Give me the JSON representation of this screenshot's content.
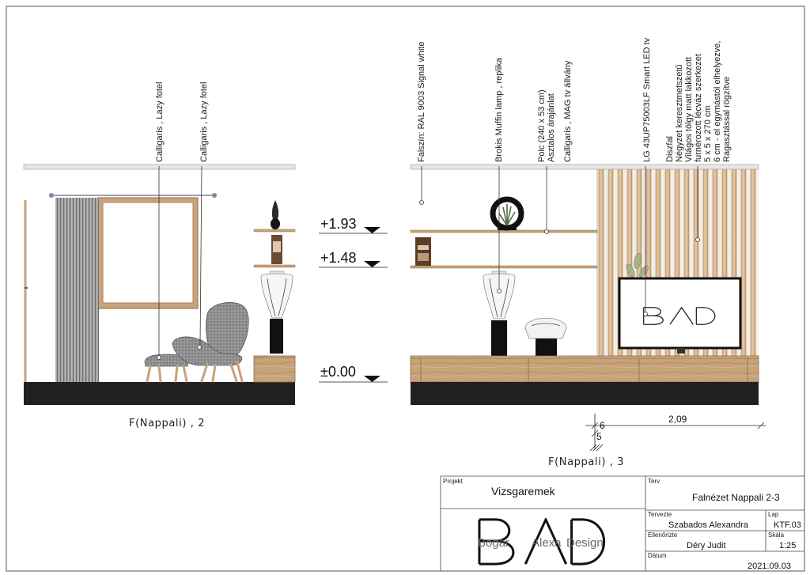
{
  "left_view": {
    "caption": "F(Nappali) , 2",
    "labels": {
      "footstool": "Calligaris , Lazy fotel",
      "armchair": "Calligaris , Lazy fotel"
    }
  },
  "levels": {
    "upper_shelf": "+1.93",
    "lower_shelf": "+1.48",
    "floor": "±0.00"
  },
  "right_view": {
    "caption": "F(Nappali) , 3",
    "labels": {
      "wall_color": "Falszín: RAL 9003 Signal white",
      "lamp": "Brokis Muffin lamp , replika",
      "shelf": [
        "Polc (240 x 53 cm)",
        "Asztalos árajánlat"
      ],
      "tv_stand": "Calligaris , MAG tv állvány",
      "tv": "LG 43UP75003LF Smart LED tv",
      "slat_wall": [
        "Diszfal",
        "Négyzet keresztmetszetű",
        "Világos tölgy matt lakkozott",
        "furnérozott lécváz szerkezet",
        "5 x 5 x 270 cm",
        "6 cm - el egymástól elhelyezve,",
        "Ragasztással rögzítve"
      ]
    },
    "tv_screen_logo": "BAD",
    "dimensions": {
      "upper": "6",
      "lower": "5",
      "slat_wall_width": "2,09"
    }
  },
  "title_block": {
    "project_label": "Projekt",
    "project": "Vizsgaremek",
    "plan_label": "Terv",
    "plan": "Falnézet Nappali 2-3",
    "designer_label": "Tervezte",
    "designer": "Szabados Alexandra",
    "sheet_label": "Lap",
    "sheet": "KTF.03",
    "checker_label": "Ellenőrizte",
    "checker": "Déry Judit",
    "scale_label": "Skála",
    "scale": "1:25",
    "date_label": "Dátum",
    "date": "2021.09.03",
    "logo": {
      "letters": "BAD",
      "tagline": [
        "Bogár",
        "Alexa",
        "Design"
      ]
    }
  }
}
